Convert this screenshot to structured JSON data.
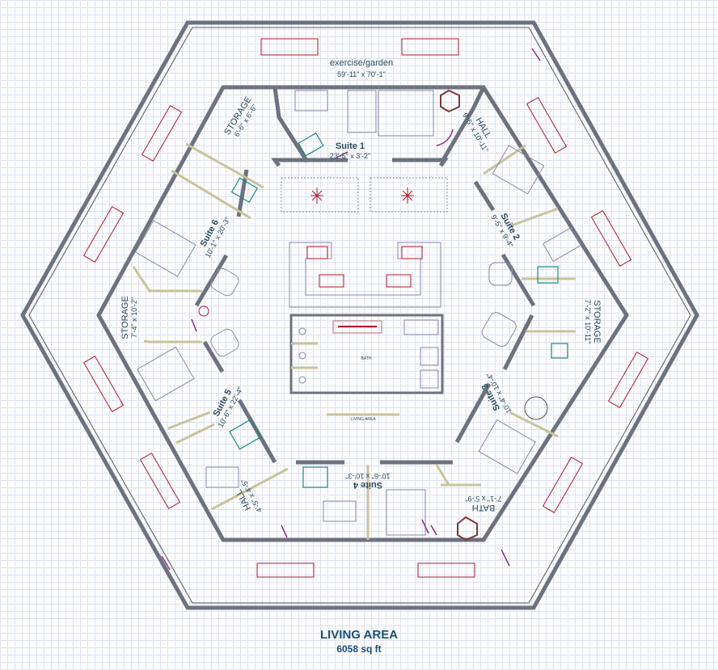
{
  "rooms": {
    "exercise": {
      "name": "exercise/garden",
      "dims": "59'-11\" x 70'-1\""
    },
    "suite1": {
      "name": "Suite 1",
      "dims": "23'-5\" x 3'-2\""
    },
    "storage_nw": {
      "name": "STORAGE",
      "dims": "6'-6\" x 6'-6\""
    },
    "hall_ne": {
      "name": "HALL",
      "dims": "9'-5\" x 10'-11\""
    },
    "suite2": {
      "name": "Suite 2",
      "dims": "9'-5\" x 9'-4\""
    },
    "storage_e": {
      "name": "STORAGE",
      "dims": "7'-2\" x 10'-11\""
    },
    "suite3": {
      "name": "Suite 3",
      "dims": "10'-4\" x 10'-4\""
    },
    "bath_se": {
      "name": "BATH",
      "dims": "7'-1\" x 5'-9\""
    },
    "suite4": {
      "name": "Suite 4",
      "dims": "10'-6\" x 10'-3\""
    },
    "hall_sw": {
      "name": "HALL",
      "dims": "4'-5\" x 4'-5\""
    },
    "suite5": {
      "name": "Suite 5",
      "dims": "10'-6\" x 22'-4\""
    },
    "storage_w": {
      "name": "STORAGE",
      "dims": "7'-4\" x 10'-2\""
    },
    "suite6": {
      "name": "Suite 6",
      "dims": "10'-1\" x 20'-3\""
    },
    "bath_center": {
      "name": "BATH"
    },
    "living_center": {
      "name": "LIVING AREA"
    }
  },
  "footer": {
    "title": "LIVING AREA",
    "area": "6058 sq ft"
  },
  "colors": {
    "walls": "#6d7280",
    "windows": "#b0182a",
    "labels": "#2a4a5e",
    "footer": "#1b4f7a",
    "doors": "#8a2a8a"
  }
}
